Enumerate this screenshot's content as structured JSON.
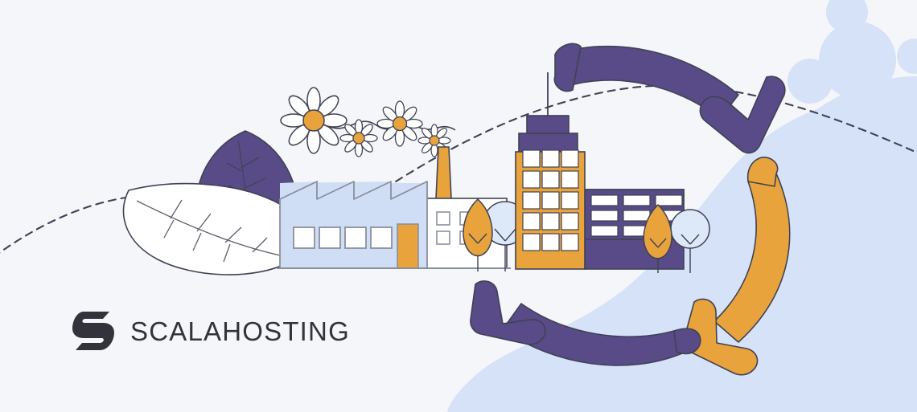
{
  "illustration": {
    "title": "Sustainable industry recycling loop illustration",
    "background_color": "#f5f6fa",
    "blob_color": "#d6e2f7",
    "purple": "#584b87",
    "orange": "#e8a33d",
    "light_blue": "#cfdef5",
    "white": "#ffffff",
    "outline": "#3f4254"
  },
  "brand": {
    "name": "SCALAHOSTING",
    "mark_icon": "scalahosting-s-logo",
    "mark_color": "#33333c",
    "text_color": "#33333c"
  },
  "scene": {
    "factory": {
      "label": "factory-building",
      "body_color": "#cfdef5",
      "roof_style": "sawtooth",
      "roof_teeth": 4,
      "windows": 4,
      "door_color": "#e8a33d",
      "annex_color": "#ffffff",
      "annex_windows": 4,
      "chimney_color": "#e8a33d"
    },
    "office": {
      "label": "office-tower",
      "body_color": "#e8a33d",
      "window_columns": 3,
      "window_rows": 5,
      "roof_cap_color": "#584b87",
      "antenna": true
    },
    "wing": {
      "label": "office-side-wing",
      "body_color": "#584b87",
      "window_columns": 3,
      "window_rows": 3
    },
    "arrows": [
      {
        "name": "top-arrow",
        "color": "#584b87",
        "direction": "right-down"
      },
      {
        "name": "right-arrow",
        "color": "#e8a33d",
        "direction": "down-left"
      },
      {
        "name": "bottom-arrow",
        "color": "#584b87",
        "direction": "left-up"
      }
    ],
    "leaves": [
      {
        "name": "white-leaf",
        "fill": "#ffffff"
      },
      {
        "name": "purple-leaf",
        "fill": "#584b87"
      }
    ],
    "flowers": {
      "name": "daisy-chain",
      "count": 4,
      "petal_color": "#ffffff",
      "center_color": "#e8a33d"
    },
    "trees": [
      {
        "name": "tree-orange-left",
        "fill": "#e8a33d",
        "shape": "teardrop"
      },
      {
        "name": "tree-blue-left",
        "fill": "#dde8f9",
        "shape": "round"
      },
      {
        "name": "tree-orange-right",
        "fill": "#e8a33d",
        "shape": "teardrop"
      },
      {
        "name": "tree-blue-right",
        "fill": "#dde8f9",
        "shape": "round"
      }
    ],
    "decor_circles": [
      {
        "name": "circle-large",
        "fill": "#d6e2f7"
      },
      {
        "name": "circle-medium",
        "fill": "#d6e2f7"
      },
      {
        "name": "circle-small",
        "fill": "#d6e2f7"
      },
      {
        "name": "circle-tiny",
        "fill": "#d6e2f7"
      }
    ],
    "dashed_path": {
      "name": "dashed-trajectory",
      "stroke": "#3f4254",
      "dash": "9 7"
    }
  }
}
